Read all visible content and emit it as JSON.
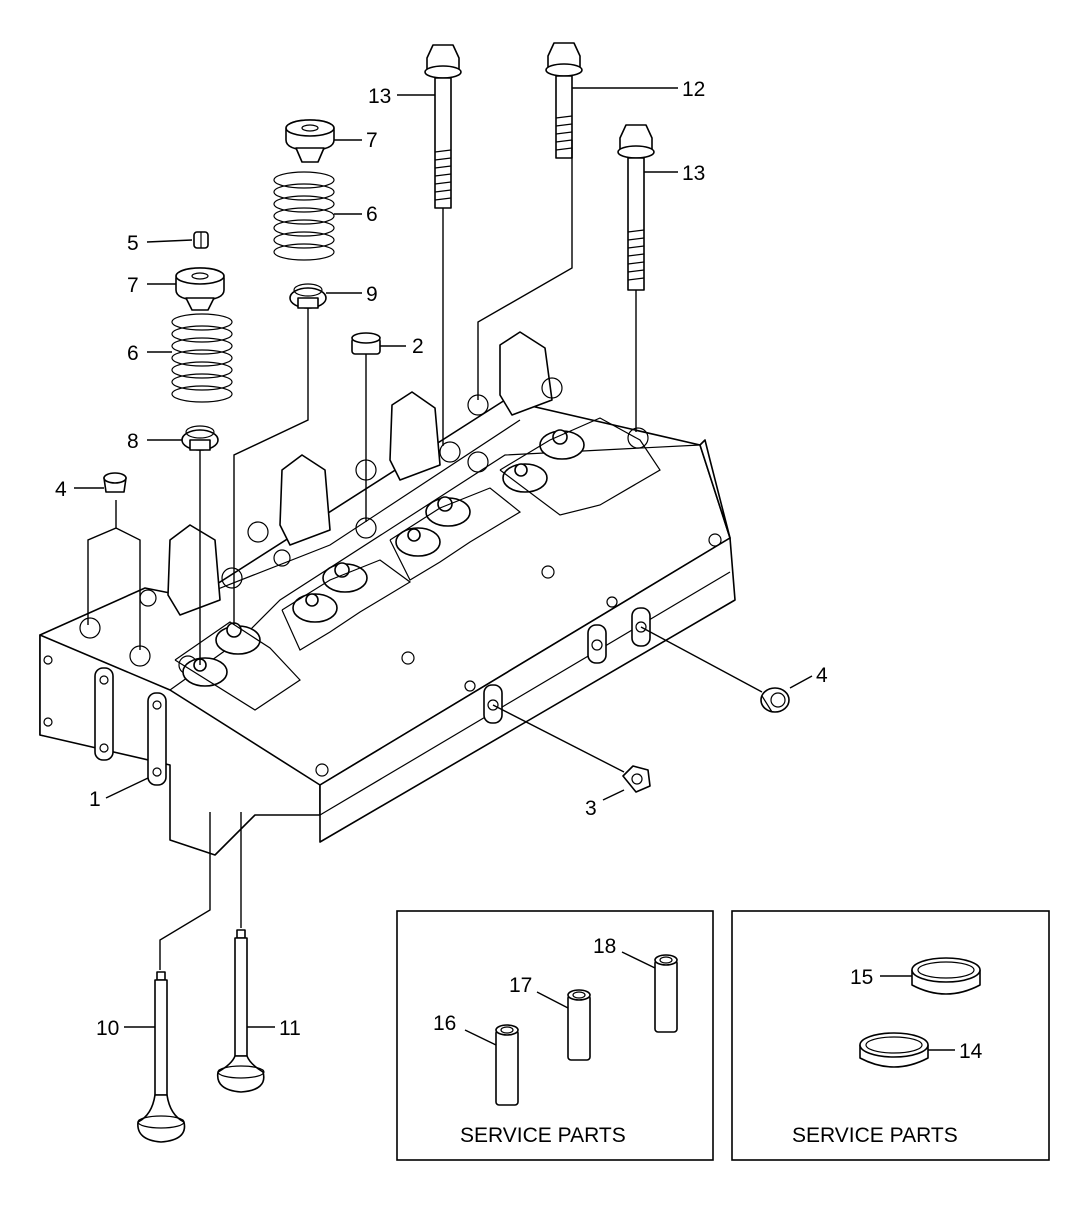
{
  "callouts": {
    "c1": "1",
    "c2": "2",
    "c3": "3",
    "c4a": "4",
    "c4b": "4",
    "c5": "5",
    "c6a": "6",
    "c6b": "6",
    "c7a": "7",
    "c7b": "7",
    "c8": "8",
    "c9": "9",
    "c10": "10",
    "c11": "11",
    "c12": "12",
    "c13a": "13",
    "c13b": "13",
    "c14": "14",
    "c15": "15",
    "c16": "16",
    "c17": "17",
    "c18": "18"
  },
  "service_boxes": {
    "left_label": "SERVICE PARTS",
    "right_label": "SERVICE PARTS"
  }
}
